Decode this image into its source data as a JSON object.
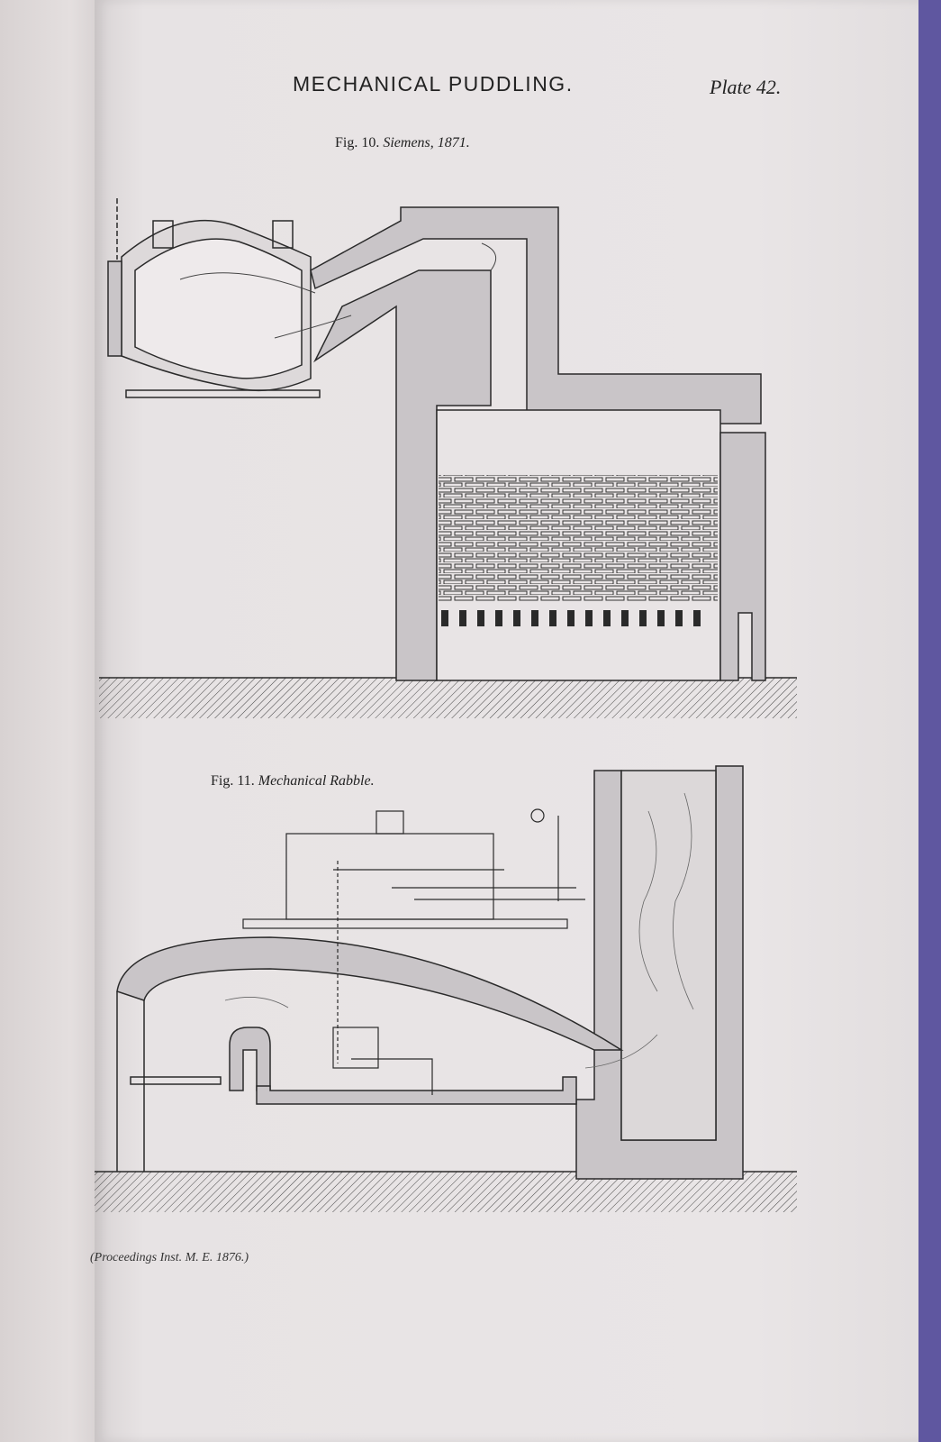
{
  "header": {
    "title": "MECHANICAL PUDDLING.",
    "plate": "Plate 42."
  },
  "fig10": {
    "label": "Fig. 10.",
    "subject": "Siemens,",
    "year": "1871."
  },
  "fig11": {
    "label": "Fig. 11.",
    "subject": "Mechanical Rabble."
  },
  "credit": "(Proceedings Inst. M. E. 1876.)",
  "colors": {
    "page": "#e8e4e5",
    "ink": "#2a2a2a",
    "wall": "#c9c5c8",
    "background": "#5f57a0"
  }
}
